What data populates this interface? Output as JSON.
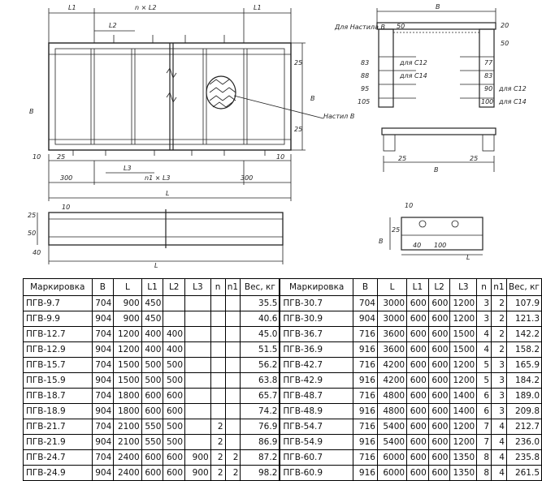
{
  "drawing": {
    "top_labels": {
      "l1_left": "L1",
      "n_l2": "n × L2",
      "l1_right": "L1",
      "l2": "L2",
      "b_side": "B"
    },
    "plan_labels": {
      "dim_25_a": "25",
      "dim_25_b": "25",
      "dim_10_left": "10",
      "dim_25_left": "25",
      "dim_10_right": "10",
      "l3": "L3",
      "dim_300_left": "300",
      "n1_l3": "n1 × L3",
      "dim_300_right": "300",
      "l_total": "L",
      "b_dim": "B",
      "nastil_b": "Настил B"
    },
    "section_labels": {
      "title": "Для Настила B",
      "b_top": "B",
      "dim_50": "50",
      "dim_20": "20",
      "dim_50b": "50",
      "left_dims": [
        "83",
        "88",
        "95",
        "105"
      ],
      "right_dims": [
        "77",
        "83",
        "90",
        "100"
      ],
      "c12_left": "для C12",
      "c14_left": "для C14",
      "c12_right": "для C12",
      "c14_right": "для C14"
    },
    "lower_labels": {
      "b_mid": "B",
      "dim_25_l": "25",
      "dim_25_r": "25"
    },
    "elevation_labels": {
      "dim_10": "10",
      "dim_25": "25",
      "dim_50": "50",
      "dim_40": "40",
      "l": "L"
    },
    "detail_labels": {
      "dim_10": "10",
      "dim_25": "25",
      "b": "B",
      "dim_40": "40",
      "dim_100": "100",
      "l": "L"
    }
  },
  "table": {
    "headers": [
      "Маркировка",
      "B",
      "L",
      "L1",
      "L2",
      "L3",
      "n",
      "n1",
      "Вес, кг",
      "Маркировка",
      "B",
      "L",
      "L1",
      "L2",
      "L3",
      "n",
      "n1",
      "Вес, кг"
    ],
    "rows": [
      [
        [
          "ПГВ-9.7",
          "704",
          "900",
          "450",
          "",
          "",
          "",
          "",
          "35.5"
        ],
        [
          "ПГВ-30.7",
          "704",
          "3000",
          "600",
          "600",
          "1200",
          "3",
          "2",
          "107.9"
        ]
      ],
      [
        [
          "ПГВ-9.9",
          "904",
          "900",
          "450",
          "",
          "",
          "",
          "",
          "40.6"
        ],
        [
          "ПГВ-30.9",
          "904",
          "3000",
          "600",
          "600",
          "1200",
          "3",
          "2",
          "121.3"
        ]
      ],
      [
        [
          "ПГВ-12.7",
          "704",
          "1200",
          "400",
          "400",
          "",
          "",
          "",
          "45.0"
        ],
        [
          "ПГВ-36.7",
          "716",
          "3600",
          "600",
          "600",
          "1500",
          "4",
          "2",
          "142.2"
        ]
      ],
      [
        [
          "ПГВ-12.9",
          "904",
          "1200",
          "400",
          "400",
          "",
          "",
          "",
          "51.5"
        ],
        [
          "ПГВ-36.9",
          "916",
          "3600",
          "600",
          "600",
          "1500",
          "4",
          "2",
          "158.2"
        ]
      ],
      [
        [
          "ПГВ-15.7",
          "704",
          "1500",
          "500",
          "500",
          "",
          "",
          "",
          "56.2"
        ],
        [
          "ПГВ-42.7",
          "716",
          "4200",
          "600",
          "600",
          "1200",
          "5",
          "3",
          "165.9"
        ]
      ],
      [
        [
          "ПГВ-15.9",
          "904",
          "1500",
          "500",
          "500",
          "",
          "",
          "",
          "63.8"
        ],
        [
          "ПГВ-42.9",
          "916",
          "4200",
          "600",
          "600",
          "1200",
          "5",
          "3",
          "184.2"
        ]
      ],
      [
        [
          "ПГВ-18.7",
          "704",
          "1800",
          "600",
          "600",
          "",
          "",
          "",
          "65.7"
        ],
        [
          "ПГВ-48.7",
          "716",
          "4800",
          "600",
          "600",
          "1400",
          "6",
          "3",
          "189.0"
        ]
      ],
      [
        [
          "ПГВ-18.9",
          "904",
          "1800",
          "600",
          "600",
          "",
          "",
          "",
          "74.2"
        ],
        [
          "ПГВ-48.9",
          "916",
          "4800",
          "600",
          "600",
          "1400",
          "6",
          "3",
          "209.8"
        ]
      ],
      [
        [
          "ПГВ-21.7",
          "704",
          "2100",
          "550",
          "500",
          "",
          "2",
          "",
          "76.9"
        ],
        [
          "ПГВ-54.7",
          "716",
          "5400",
          "600",
          "600",
          "1200",
          "7",
          "4",
          "212.7"
        ]
      ],
      [
        [
          "ПГВ-21.9",
          "904",
          "2100",
          "550",
          "500",
          "",
          "2",
          "",
          "86.9"
        ],
        [
          "ПГВ-54.9",
          "916",
          "5400",
          "600",
          "600",
          "1200",
          "7",
          "4",
          "236.0"
        ]
      ],
      [
        [
          "ПГВ-24.7",
          "704",
          "2400",
          "600",
          "600",
          "900",
          "2",
          "2",
          "87.2"
        ],
        [
          "ПГВ-60.7",
          "716",
          "6000",
          "600",
          "600",
          "1350",
          "8",
          "4",
          "235.8"
        ]
      ],
      [
        [
          "ПГВ-24.9",
          "904",
          "2400",
          "600",
          "600",
          "900",
          "2",
          "2",
          "98.2"
        ],
        [
          "ПГВ-60.9",
          "916",
          "6000",
          "600",
          "600",
          "1350",
          "8",
          "4",
          "261.5"
        ]
      ]
    ]
  }
}
